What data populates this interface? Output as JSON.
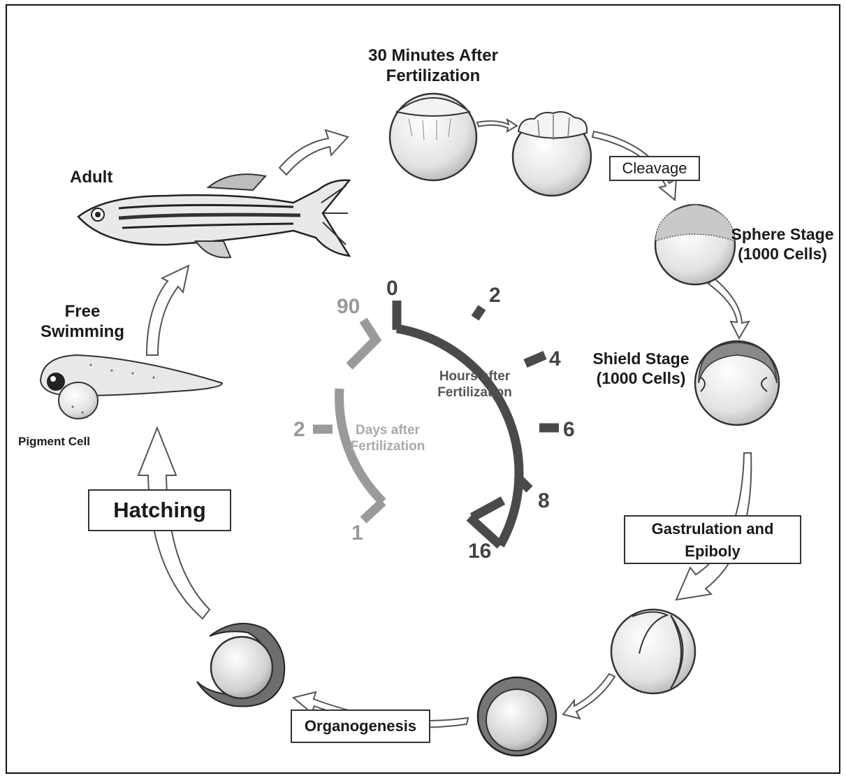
{
  "stages": {
    "fertilization": "30 Minutes After Fertilization",
    "sphere": "Sphere Stage (1000 Cells)",
    "shield": "Shield Stage (1000 Cells)",
    "adult": "Adult",
    "free_swimming": "Free Swimming",
    "pigment_cell": "Pigment Cell"
  },
  "processes": {
    "cleavage": "Cleavage",
    "gastrulation": "Gastrulation and Epiboly",
    "organogenesis": "Organogenesis",
    "hatching": "Hatching"
  },
  "clock": {
    "hours_label": "Hours after Fertilization",
    "days_label": "Days after Fertilization",
    "hour_ticks": [
      "0",
      "2",
      "4",
      "6",
      "8",
      "16"
    ],
    "day_ticks": [
      "90",
      "2",
      "1"
    ]
  },
  "colors": {
    "hours_arc": "#4a4a4a",
    "days_arc": "#9a9a9a"
  }
}
